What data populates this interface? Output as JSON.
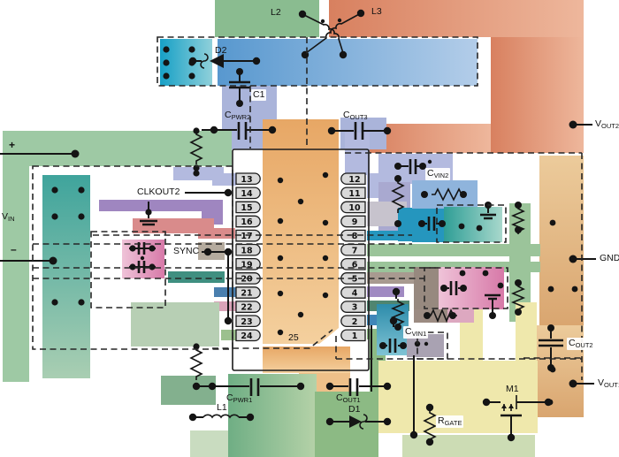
{
  "figure": {
    "type": "pcb-layout-diagram",
    "ic": {
      "pad_label": "25",
      "left_pins": [
        "13",
        "14",
        "15",
        "16",
        "17",
        "18",
        "19",
        "20",
        "21",
        "22",
        "23",
        "24"
      ],
      "right_pins": [
        "12",
        "11",
        "10",
        "9",
        "8",
        "7",
        "6",
        "5",
        "4",
        "3",
        "2",
        "1"
      ]
    },
    "labels": {
      "vin": {
        "main": "V",
        "sub": "IN"
      },
      "vout1": {
        "main": "V",
        "sub": "OUT1"
      },
      "vout2": {
        "main": "V",
        "sub": "OUT2"
      },
      "gnd": "GND",
      "plus": "+",
      "minus": "–",
      "clkout2": "CLKOUT2",
      "sync": "SYNC",
      "l1": "L1",
      "l2": "L2",
      "l3": "L3",
      "c1": "C1",
      "d1": "D1",
      "d2": "D2",
      "m1": "M1",
      "cpwr1": {
        "main": "C",
        "sub": "PWR1"
      },
      "cpwr2": {
        "main": "C",
        "sub": "PWR2"
      },
      "cout1": {
        "main": "C",
        "sub": "OUT1"
      },
      "cout2": {
        "main": "C",
        "sub": "OUT2"
      },
      "cout3": {
        "main": "C",
        "sub": "OUT3"
      },
      "cvin1": {
        "main": "C",
        "sub": "VIN1"
      },
      "cvin2": {
        "main": "C",
        "sub": "VIN2"
      },
      "rgate": {
        "main": "R",
        "sub": "GATE"
      }
    },
    "colors": {
      "salmon": "#df9478",
      "green_top": "#8abc90",
      "teal_block": "#2aa7c0",
      "blue_band": "#79aedb",
      "periwinkle": "#aab4da",
      "ic_pad": "#ecb67f",
      "gnd_tan": "#e6bf8d",
      "teal_col": "#4fa8a0",
      "yellow": "#efe8ac",
      "green_mid": "#8cba84",
      "pink": "#d983ad",
      "red_pink": "#d98b8b",
      "purple": "#9f86c0",
      "brown": "#97897f",
      "taupe": "#c7c3cd",
      "blue_trace": "#3f86b8",
      "dark_green": "#4f8570",
      "pin_fill": "#d9d9d9"
    }
  }
}
